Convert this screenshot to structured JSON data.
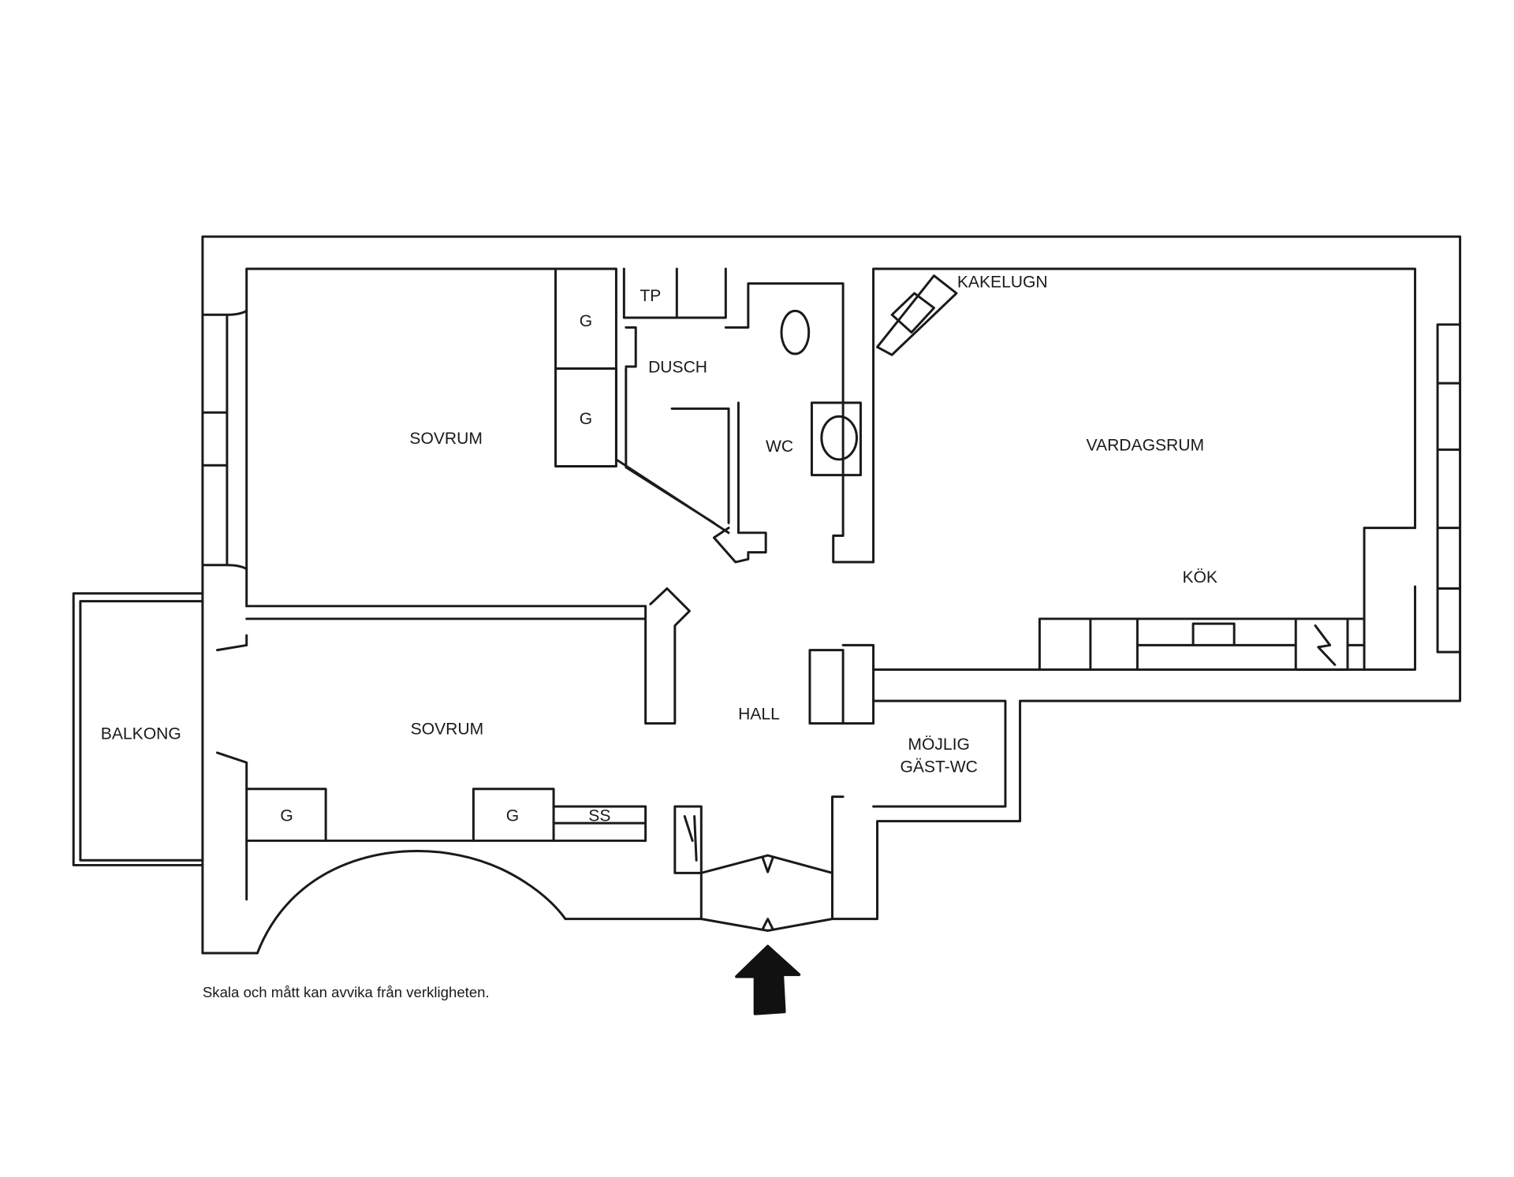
{
  "rooms": {
    "sovrum_top": "SOVRUM",
    "sovrum_bottom": "SOVRUM",
    "dusch": "DUSCH",
    "tp": "TP",
    "wc": "WC",
    "kakelugn": "KAKELUGN",
    "vardagsrum": "VARDAGSRUM",
    "kok": "KÖK",
    "hall": "HALL",
    "balkong": "BALKONG",
    "gast_wc_line1": "MÖJLIG",
    "gast_wc_line2": "GÄST-WC",
    "closet_1": "G",
    "closet_2": "G",
    "closet_3": "G",
    "closet_4": "G",
    "ss": "SS"
  },
  "disclaimer": "Skala och mått kan avvika från verkligheten.",
  "colors": {
    "line": "#1a1a1a",
    "background": "#ffffff"
  }
}
